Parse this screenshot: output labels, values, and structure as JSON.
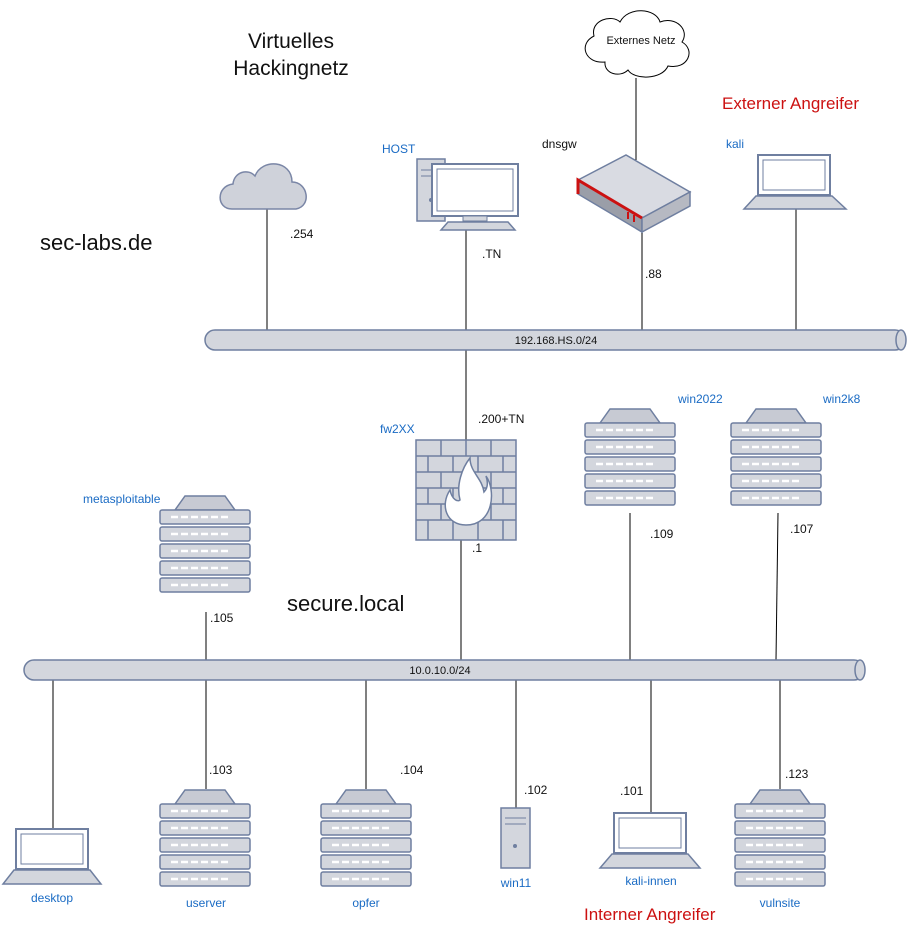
{
  "title": {
    "line1": "Virtuelles",
    "line2": "Hackingnetz"
  },
  "zones": {
    "outer": "sec-labs.de",
    "inner": "secure.local"
  },
  "attackers": {
    "external": "Externer Angreifer",
    "internal": "Interner Angreifer"
  },
  "cloud_external": {
    "label": "Externes Netz"
  },
  "networks": {
    "outer": "192.168.HS.0/24",
    "inner": "10.0.10.0/24"
  },
  "nodes": {
    "host": {
      "name": "HOST",
      "addr": ".TN"
    },
    "dnsgw": {
      "name": "dnsgw",
      "addr": ".88"
    },
    "kali": {
      "name": "kali"
    },
    "cloud": {
      "addr": ".254"
    },
    "fw": {
      "name": "fw2XX",
      "addr_outer": ".200+TN",
      "addr_inner": ".1"
    },
    "metasploitable": {
      "name": "metasploitable",
      "addr": ".105"
    },
    "win2022": {
      "name": "win2022",
      "addr": ".109"
    },
    "win2k8": {
      "name": "win2k8",
      "addr": ".107"
    },
    "desktop": {
      "name": "desktop"
    },
    "userver": {
      "name": "userver",
      "addr": ".103"
    },
    "opfer": {
      "name": "opfer",
      "addr": ".104"
    },
    "win11": {
      "name": "win11",
      "addr": ".102"
    },
    "kali_innen": {
      "name": "kali-innen",
      "addr": ".101"
    },
    "vulnsite": {
      "name": "vulnsite",
      "addr": ".123"
    }
  },
  "colors": {
    "blue_label": "#1a6bc4",
    "red_label": "#cc1111",
    "device_stroke": "#6f7fa0",
    "device_fill": "#d3d6dd"
  }
}
